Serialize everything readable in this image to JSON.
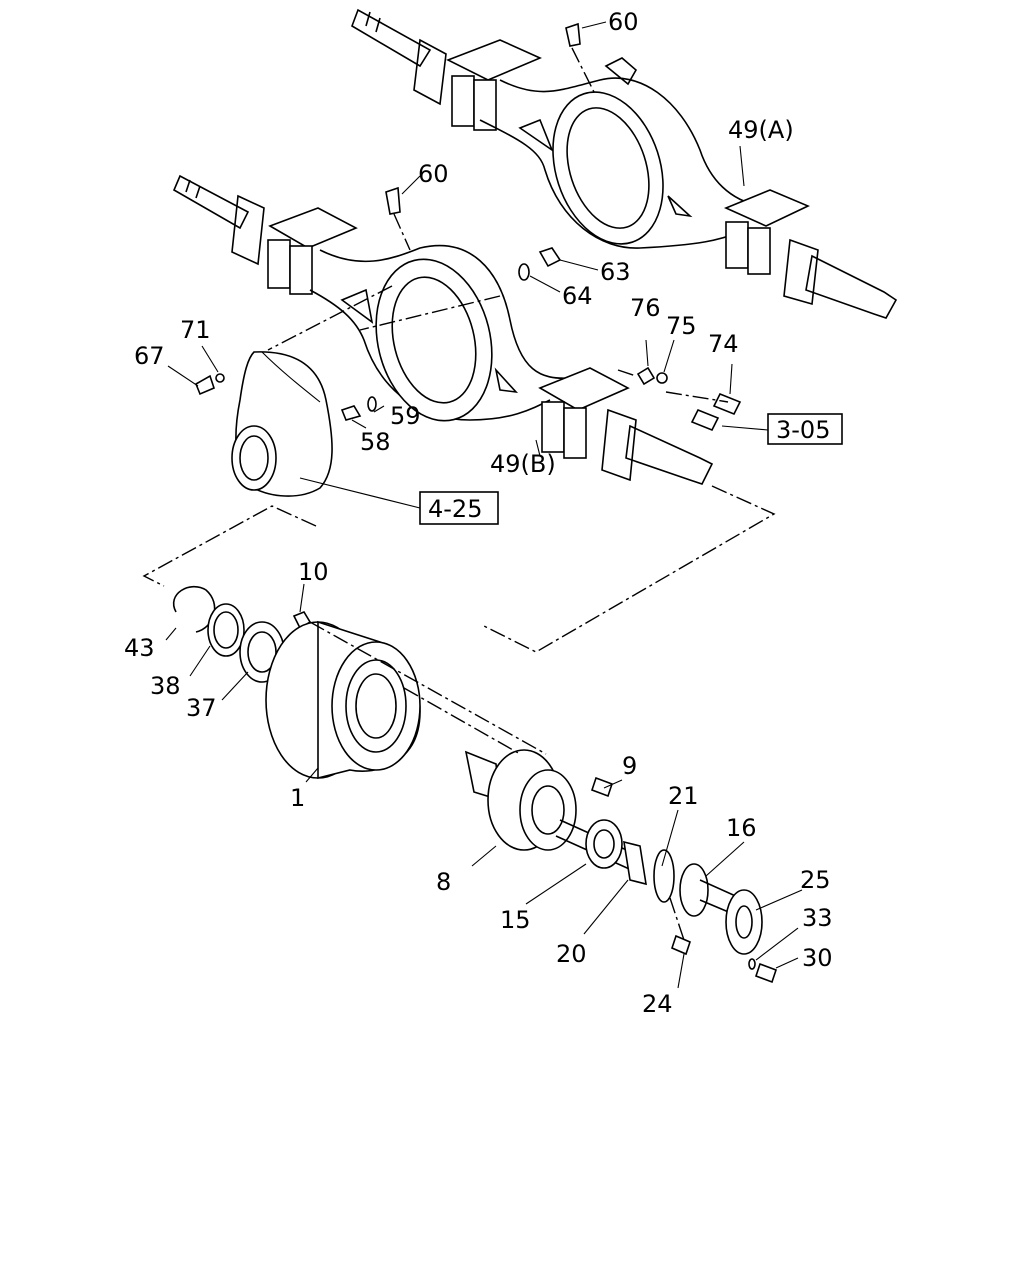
{
  "callouts": {
    "p60a": "60",
    "p60b": "60",
    "p49a": "49(A)",
    "p49b": "49(B)",
    "p63": "63",
    "p64": "64",
    "p71": "71",
    "p67": "67",
    "p76": "76",
    "p75": "75",
    "p74": "74",
    "p59": "59",
    "p58": "58",
    "p10": "10",
    "p43": "43",
    "p38": "38",
    "p37": "37",
    "p1": "1",
    "p9": "9",
    "p21": "21",
    "p16": "16",
    "p8": "8",
    "p25": "25",
    "p15": "15",
    "p33": "33",
    "p20": "20",
    "p30": "30",
    "p24": "24"
  },
  "references": {
    "ref_3_05": "3-05",
    "ref_4_25": "4-25"
  },
  "colors": {
    "ink": "#000000",
    "paper": "#ffffff"
  }
}
